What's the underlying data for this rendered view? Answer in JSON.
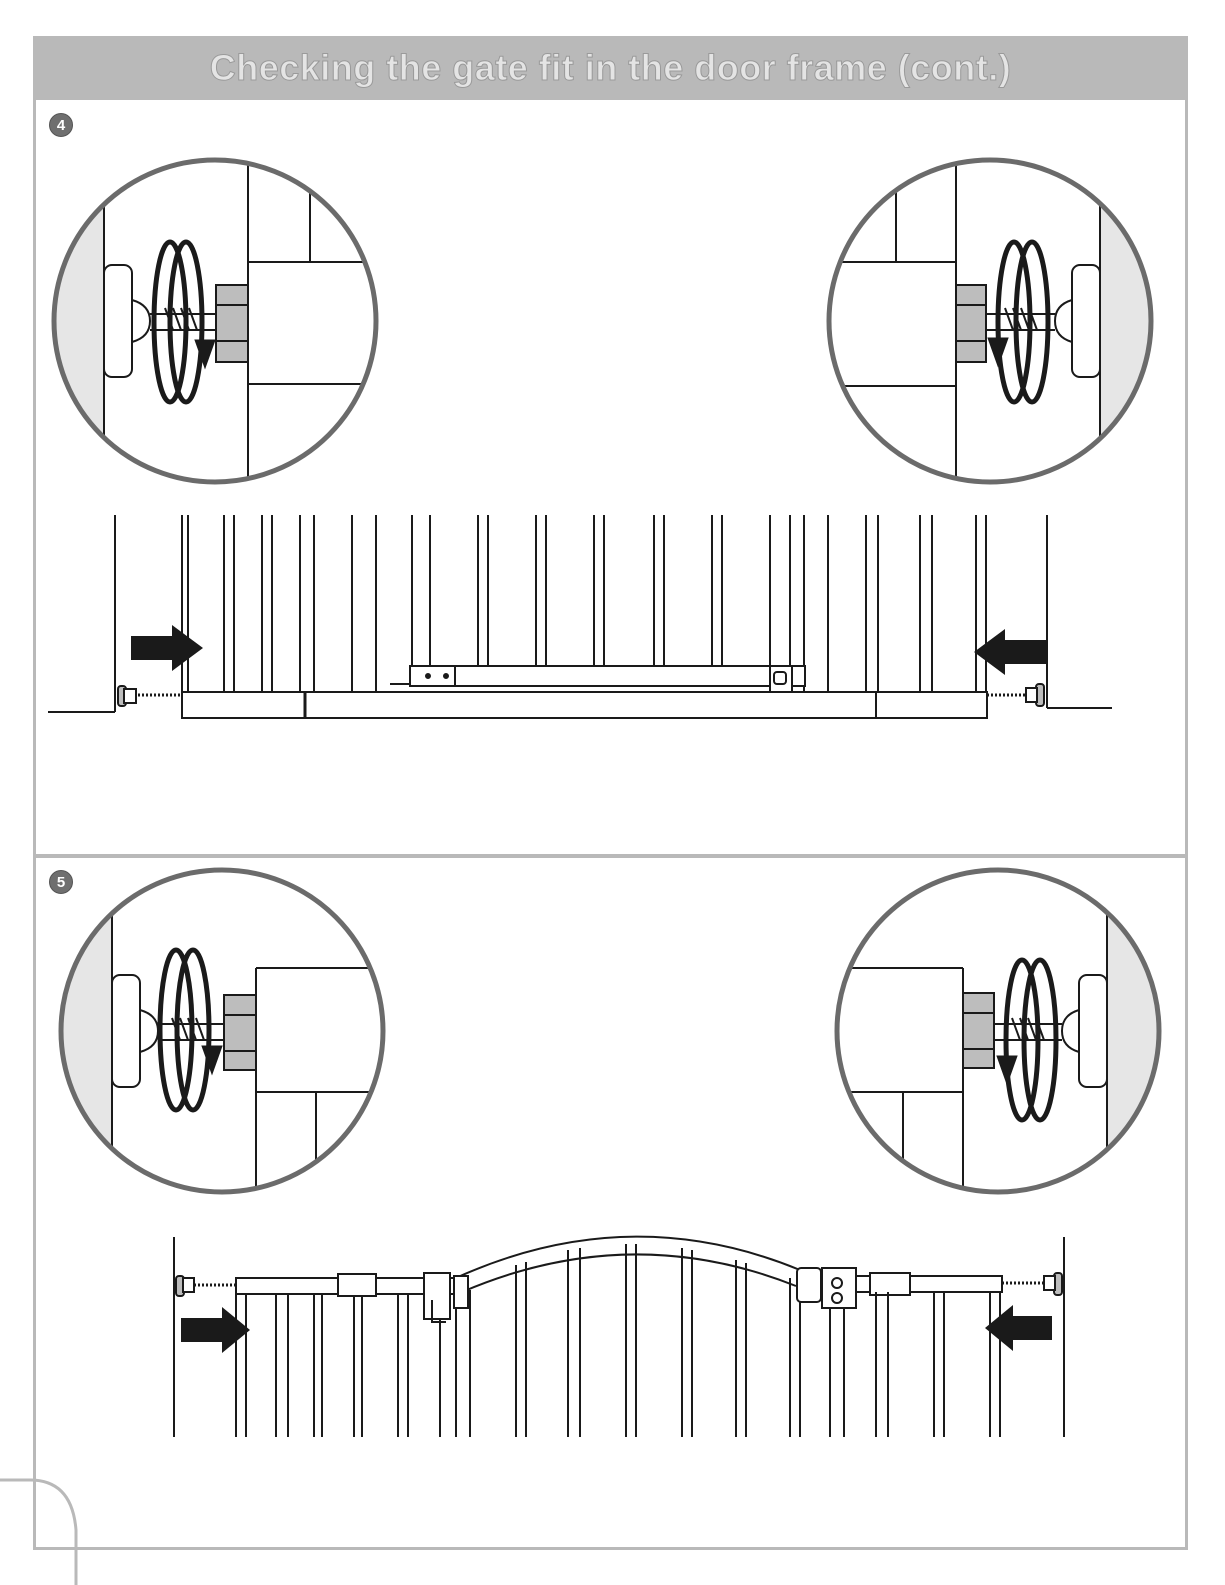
{
  "header": {
    "title": "Checking the gate fit in the door frame (cont.)"
  },
  "steps": [
    {
      "number": "4"
    },
    {
      "number": "5"
    }
  ],
  "colors": {
    "header_bg": "#b9b9b9",
    "header_text": "#e4e4e4",
    "frame": "#b9b9b9",
    "line": "#1a1a1a",
    "shade": "#e6e6e6",
    "nut": "#bdbdbd",
    "circle": "#6b6b6b"
  }
}
